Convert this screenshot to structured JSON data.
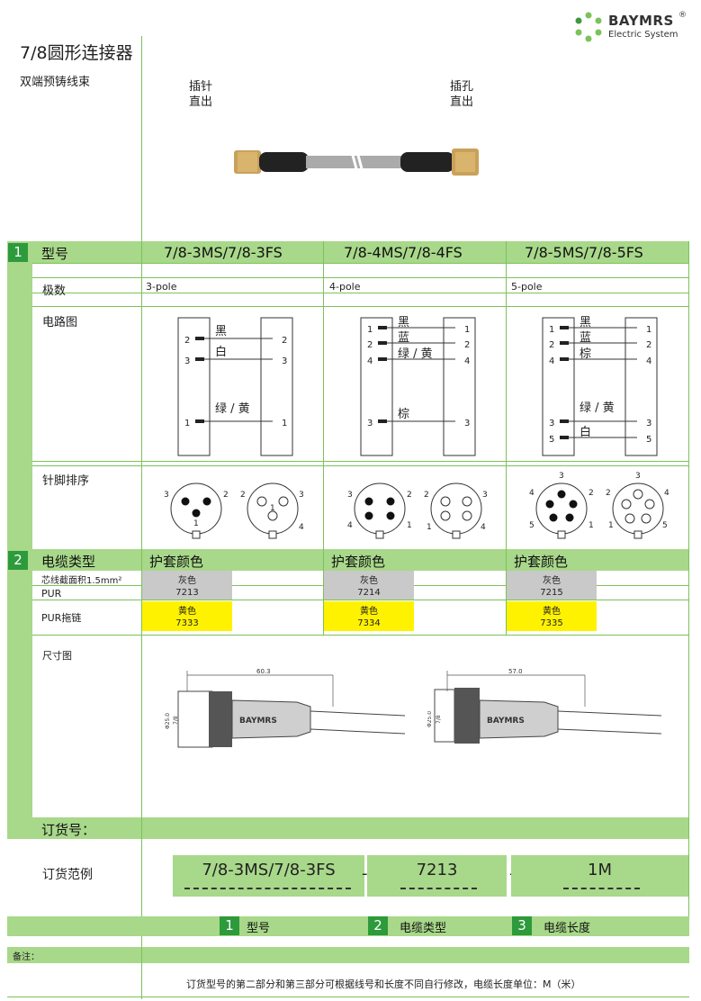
{
  "brand": {
    "name": "BAYMRS",
    "reg": "®",
    "tagline": "Electric System"
  },
  "title": "7/8圆形连接器",
  "subtitle": "双端预铸线束",
  "ends": {
    "left_line1": "插针",
    "left_line2": "直出",
    "right_line1": "插孔",
    "right_line2": "直出"
  },
  "section1": {
    "num": "1",
    "label": "型号"
  },
  "models": [
    "7/8-3MS/7/8-3FS",
    "7/8-4MS/7/8-4FS",
    "7/8-5MS/7/8-5FS"
  ],
  "poles": {
    "label": "极数",
    "values": [
      "3-pole",
      "4-pole",
      "5-pole"
    ]
  },
  "circuit": {
    "label": "电路图",
    "c1": {
      "w1": "黑",
      "w2": "白",
      "w3": "绿 / 黄"
    },
    "c2": {
      "w1": "黑",
      "w2": "蓝",
      "w3": "绿 / 黄",
      "w4": "棕"
    },
    "c3": {
      "w1": "黑",
      "w2": "蓝",
      "w3": "棕",
      "w4": "绿 / 黄",
      "w5": "白"
    }
  },
  "pin_label": "针脚排序",
  "section2": {
    "num": "2",
    "label": "电缆类型"
  },
  "jacket": "护套颜色",
  "cables": {
    "core_label": "芯线截面积1.5mm²",
    "pur": "PUR",
    "pur_drag": "PUR拖链",
    "gray_color": "灰色",
    "yellow_color": "黄色",
    "gray_codes": [
      "7213",
      "7214",
      "7215"
    ],
    "yellow_codes": [
      "7333",
      "7334",
      "7335"
    ]
  },
  "dims": {
    "label": "尺寸图",
    "d1_len": "60.3",
    "d2_len": "57.0",
    "dia": "Φ25.0",
    "thread": "7/8",
    "logo": "BAYMRS"
  },
  "order": {
    "label": "订货号：",
    "example_label": "订货范例",
    "ex_model": "7/8-3MS/7/8-3FS",
    "ex_cable": "7213",
    "ex_length": "1M",
    "sep": "-",
    "legend1_num": "1",
    "legend1": "型号",
    "legend2_num": "2",
    "legend2": "电缆类型",
    "legend3_num": "3",
    "legend3": "电缆长度"
  },
  "note": {
    "label": "备注：",
    "text": "订货型号的第二部分和第三部分可根据线号和长度不同自行修改，电缆长度单位：M（米）"
  }
}
